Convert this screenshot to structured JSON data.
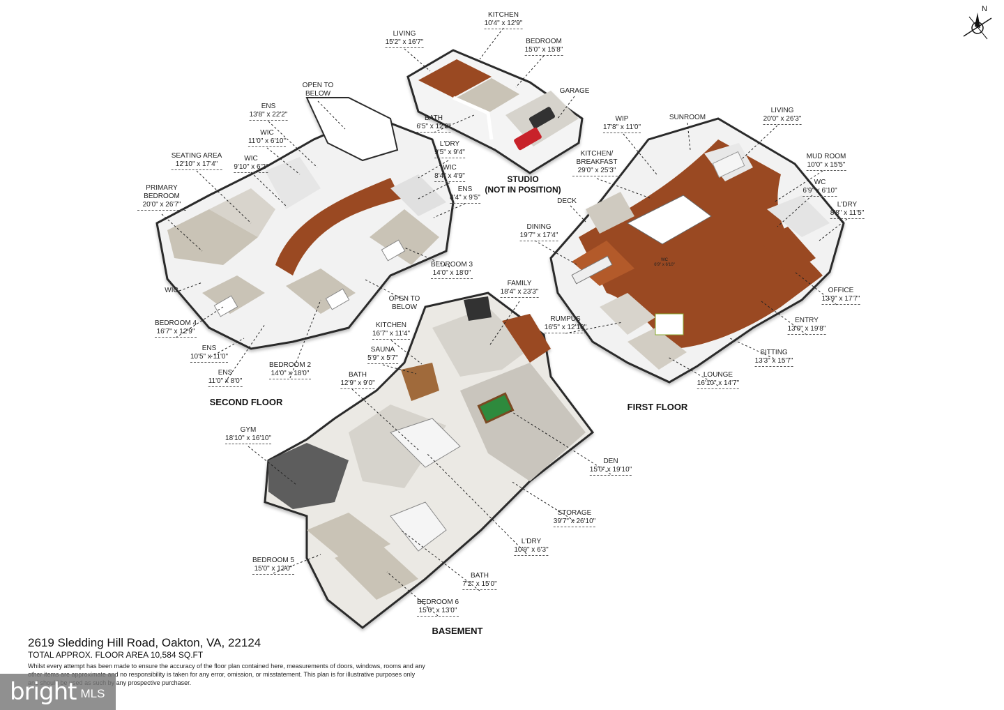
{
  "floors": [
    {
      "key": "second",
      "title": "SECOND FLOOR"
    },
    {
      "key": "first",
      "title": "FIRST FLOOR"
    },
    {
      "key": "basement",
      "title": "BASEMENT"
    },
    {
      "key": "studio",
      "title": "STUDIO",
      "subtitle": "(NOT IN POSITION)"
    }
  ],
  "rooms": [
    {
      "name": "LIVING",
      "dims": "15'2\" x 16'7\""
    },
    {
      "name": "KITCHEN",
      "dims": "10'4\" x 12'9\""
    },
    {
      "name": "BEDROOM",
      "dims": "15'0\" x 15'8\""
    },
    {
      "name": "GARAGE",
      "dims": ""
    },
    {
      "name": "BATH",
      "dims": "6'5\" x 12'0\""
    },
    {
      "name": "OPEN TO BELOW",
      "dims": ""
    },
    {
      "name": "ENS",
      "dims": "13'8\" x 22'2\""
    },
    {
      "name": "WIC",
      "dims": "11'0\" x 6'10\""
    },
    {
      "name": "SEATING AREA",
      "dims": "12'10\" x 17'4\""
    },
    {
      "name": "WIC",
      "dims": "9'10\" x 6'2\""
    },
    {
      "name": "PRIMARY BEDROOM",
      "dims": "20'0\" x 26'7\""
    },
    {
      "name": "L'DRY",
      "dims": "9'5\" x 9'4\""
    },
    {
      "name": "WIC",
      "dims": "8'4\" x 4'9\""
    },
    {
      "name": "ENS",
      "dims": "8'4\" x 9'5\""
    },
    {
      "name": "BEDROOM 3",
      "dims": "14'0\" x 18'0\""
    },
    {
      "name": "OPEN TO BELOW",
      "dims": ""
    },
    {
      "name": "WIC",
      "dims": ""
    },
    {
      "name": "BEDROOM 4",
      "dims": "16'7\" x 12'9\""
    },
    {
      "name": "ENS",
      "dims": "10'5\" x 11'0\""
    },
    {
      "name": "ENS",
      "dims": "11'0\" x 8'0\""
    },
    {
      "name": "BEDROOM 2",
      "dims": "14'0\" x 18'0\""
    },
    {
      "name": "WIP",
      "dims": "17'8\" x 11'0\""
    },
    {
      "name": "SUNROOM",
      "dims": ""
    },
    {
      "name": "LIVING",
      "dims": "20'0\" x 26'3\""
    },
    {
      "name": "KITCHEN/ BREAKFAST",
      "dims": "29'0\" x 25'3\""
    },
    {
      "name": "MUD ROOM",
      "dims": "10'0\" x 15'5\""
    },
    {
      "name": "WC",
      "dims": "6'9\" x 6'10\""
    },
    {
      "name": "DECK",
      "dims": ""
    },
    {
      "name": "L'DRY",
      "dims": "8'8\" x 11'5\""
    },
    {
      "name": "DINING",
      "dims": "19'7\" x 17'4\""
    },
    {
      "name": "WC",
      "dims": "6'9\" x 6'10\""
    },
    {
      "name": "OFFICE",
      "dims": "13'9\" x 17'7\""
    },
    {
      "name": "RUMPUS",
      "dims": "16'5\" x 12'10\""
    },
    {
      "name": "ENTRY",
      "dims": "13'0\" x 19'8\""
    },
    {
      "name": "SITTING",
      "dims": "13'3\" x 15'7\""
    },
    {
      "name": "LOUNGE",
      "dims": "16'10\" x 14'7\""
    },
    {
      "name": "FAMILY",
      "dims": "18'4\" x 23'3\""
    },
    {
      "name": "KITCHEN",
      "dims": "16'7\" x 11'4\""
    },
    {
      "name": "SAUNA",
      "dims": "5'9\" x 5'7\""
    },
    {
      "name": "BATH",
      "dims": "12'9\" x 9'0\""
    },
    {
      "name": "GYM",
      "dims": "18'10\" x 16'10\""
    },
    {
      "name": "DEN",
      "dims": "15'0\" x 19'10\""
    },
    {
      "name": "STORAGE",
      "dims": "39'7\" x 26'10\""
    },
    {
      "name": "L'DRY",
      "dims": "10'9\" x 6'3\""
    },
    {
      "name": "BEDROOM 5",
      "dims": "15'0\" x 13'0\""
    },
    {
      "name": "BATH",
      "dims": "7'2\" x 15'0\""
    },
    {
      "name": "BEDROOM 6",
      "dims": "15'0\" x 13'0\""
    }
  ],
  "compass": {
    "label": "N"
  },
  "footer": {
    "address": "2619 Sledding Hill Road, Oakton, VA, 22124",
    "area": "TOTAL APPROX. FLOOR AREA 10,584 SQ.FT",
    "disclaimer": "Whilst every attempt has been made to ensure the accuracy of the floor plan contained here, measurements of doors, windows, rooms and any other items are approximate and no responsibility is taken for any error, omission, or misstatement. This plan is for illustrative purposes only and should be used as such by any prospective purchaser."
  },
  "logo": {
    "brand": "bright",
    "suffix": "MLS"
  },
  "colors": {
    "wood": "#9a4a22",
    "carpet": "#c9c3b6",
    "concrete": "#d6d3cc",
    "gym": "#5d5d5d",
    "wall": "#ffffff",
    "wall_dark": "#2b2b2b"
  }
}
